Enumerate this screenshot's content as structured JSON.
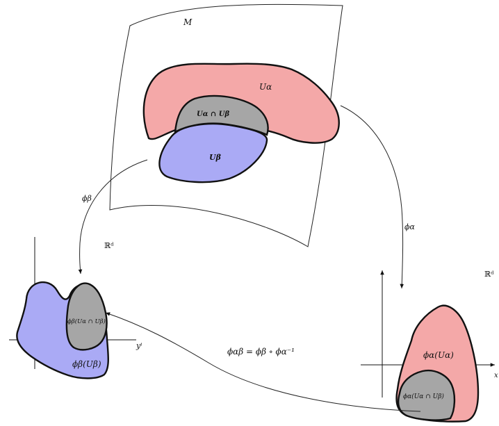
{
  "manifold": {
    "label": "M",
    "u_alpha": "Uα",
    "u_beta": "Uβ",
    "intersection": "Uα ∩ Uβ"
  },
  "maps": {
    "phi_beta": "ϕβ",
    "phi_alpha": "ϕα",
    "transition": "ϕαβ = ϕβ ∘ ϕα⁻¹"
  },
  "left_chart": {
    "space": "ℝᵈ",
    "axis": "yⁱ",
    "region": "ϕβ(Uβ)",
    "overlap": "ϕβ(Uα ∩ Uβ)"
  },
  "right_chart": {
    "space": "ℝᵈ",
    "axis": "x",
    "region": "ϕα(Uα)",
    "overlap": "ϕα(Uα ∩ Uβ)"
  },
  "colors": {
    "red_region": "#f4a8a8",
    "blue_region": "#aaaaf5",
    "overlap_region": "#a6a6a6"
  }
}
